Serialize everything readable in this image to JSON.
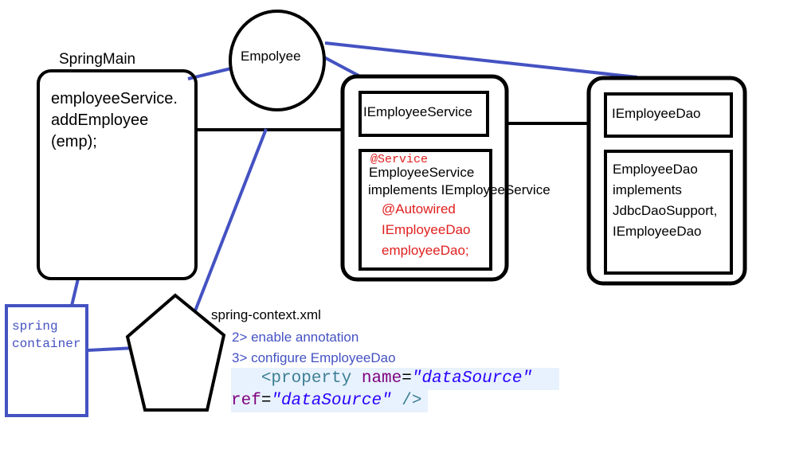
{
  "spring_main": {
    "title": "SpringMain",
    "code_lines": [
      "employeeService.",
      "addEmployee",
      "(emp);"
    ]
  },
  "employee": {
    "label": "Empolyee"
  },
  "service": {
    "interface_label": "IEmployeeService",
    "annotation": "@Service",
    "class_line1": "EmployeeService",
    "class_line2": "implements IEmployeeService",
    "autowired": "@Autowired",
    "field_type": "IEmployeeDao",
    "field_name": "employeeDao;"
  },
  "dao": {
    "interface_label": "IEmployeeDao",
    "lines": [
      "EmployeeDao",
      "implements",
      "JdbcDaoSupport,",
      "IEmployeeDao"
    ]
  },
  "container": {
    "lines": [
      "spring",
      "container"
    ]
  },
  "context": {
    "title": "spring-context.xml",
    "step2": "2> enable annotation",
    "step3": "3> configure EmployeeDao",
    "xml_line1": {
      "tag": "<property",
      "attr": "name",
      "eq": "=",
      "val": "\"dataSource\""
    },
    "xml_line2": {
      "attr": "ref",
      "eq": "=",
      "val": "\"dataSource\"",
      "close": " />"
    }
  },
  "colors": {
    "blue": "#4452c2",
    "red": "#e02020",
    "black": "#000000",
    "xml_bg": "#e8f2fe"
  }
}
